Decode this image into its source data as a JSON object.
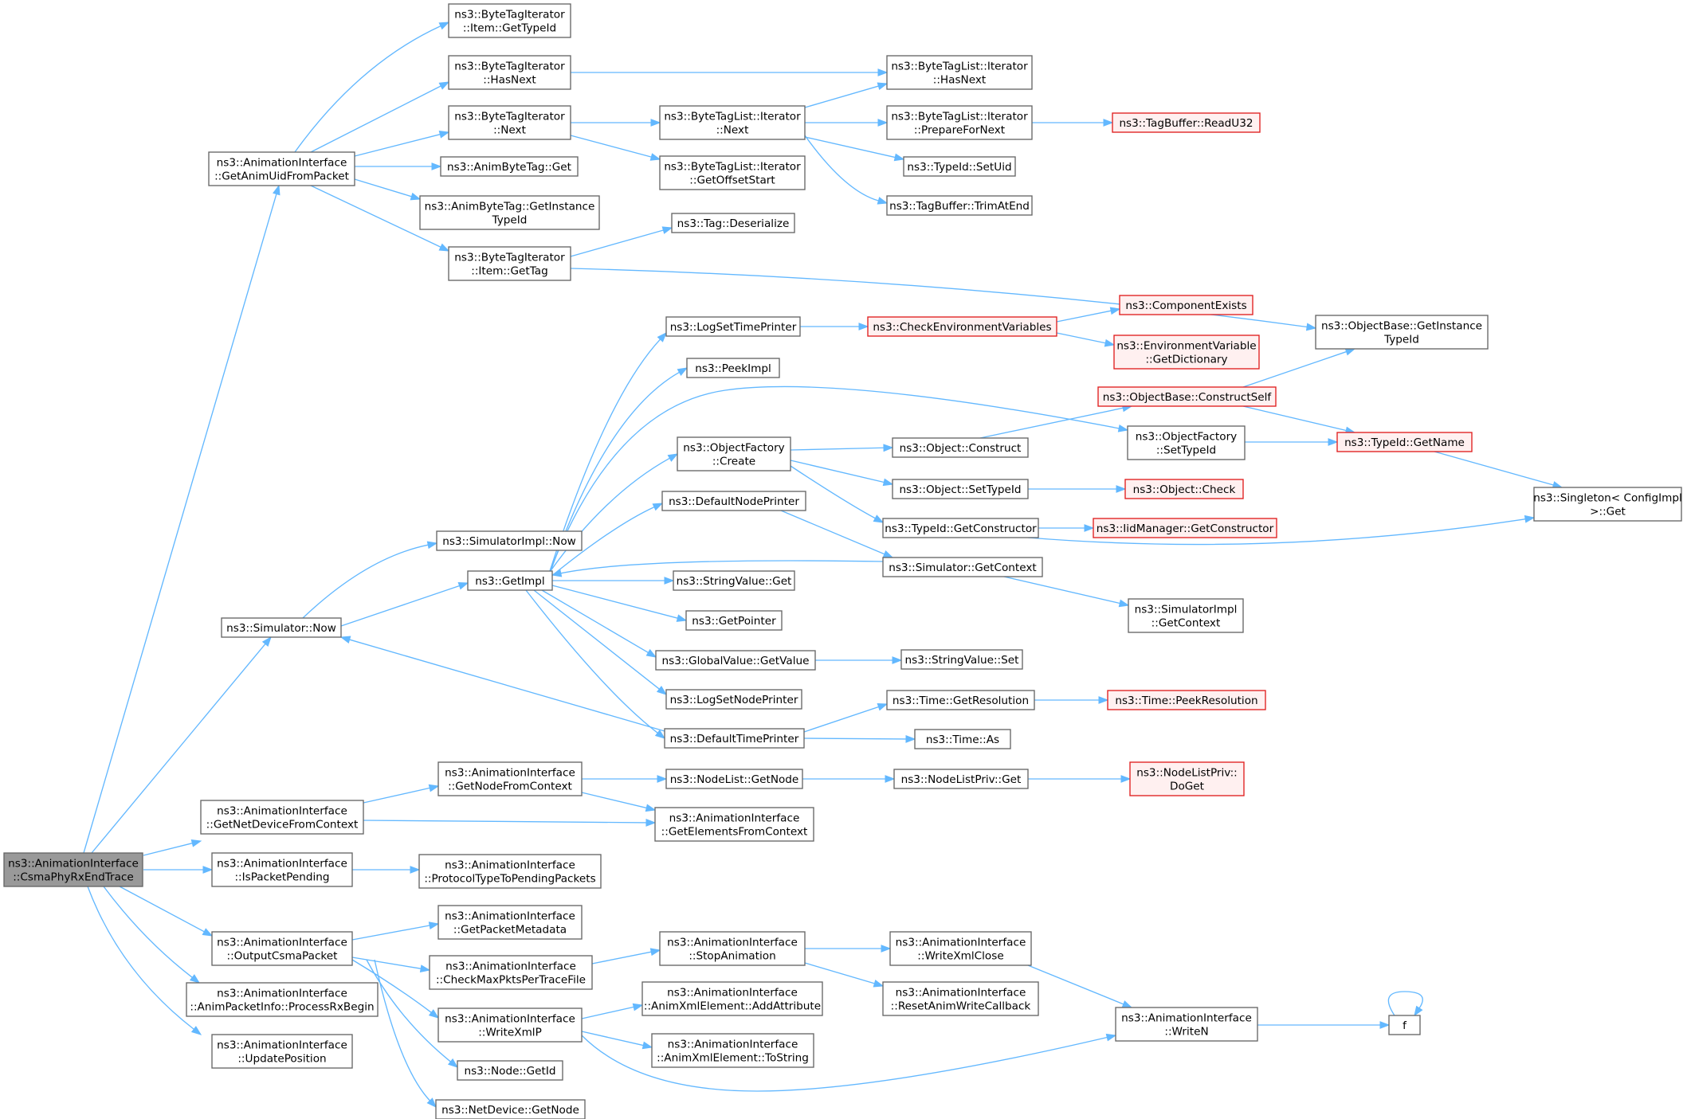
{
  "colors": {
    "edge": "#63b8ff",
    "node_border": "#666666",
    "node_fill": "#ffffff",
    "root_fill": "#999999",
    "highlight_border": "#e01f1f",
    "highlight_fill": "#fff0f0"
  },
  "nodes": [
    {
      "id": "root",
      "lines": [
        "ns3::AnimationInterface",
        "::CsmaPhyRxEndTrace"
      ],
      "style": "root"
    },
    {
      "id": "getAnimUid",
      "lines": [
        "ns3::AnimationInterface",
        "::GetAnimUidFromPacket"
      ],
      "style": "normal"
    },
    {
      "id": "simNow",
      "lines": [
        "ns3::Simulator::Now"
      ],
      "style": "normal"
    },
    {
      "id": "getNetDev",
      "lines": [
        "ns3::AnimationInterface",
        "::GetNetDeviceFromContext"
      ],
      "style": "normal"
    },
    {
      "id": "isPending",
      "lines": [
        "ns3::AnimationInterface",
        "::IsPacketPending"
      ],
      "style": "normal"
    },
    {
      "id": "outputCsma",
      "lines": [
        "ns3::AnimationInterface",
        "::OutputCsmaPacket"
      ],
      "style": "normal"
    },
    {
      "id": "processRx",
      "lines": [
        "ns3::AnimationInterface",
        "::AnimPacketInfo::ProcessRxBegin"
      ],
      "style": "normal"
    },
    {
      "id": "updatePos",
      "lines": [
        "ns3::AnimationInterface",
        "::UpdatePosition"
      ],
      "style": "normal"
    },
    {
      "id": "btiItemGetTypeId",
      "lines": [
        "ns3::ByteTagIterator",
        "::Item::GetTypeId"
      ],
      "style": "normal"
    },
    {
      "id": "btiHasNext",
      "lines": [
        "ns3::ByteTagIterator",
        "::HasNext"
      ],
      "style": "normal"
    },
    {
      "id": "btiNext",
      "lines": [
        "ns3::ByteTagIterator",
        "::Next"
      ],
      "style": "normal"
    },
    {
      "id": "animBtGet",
      "lines": [
        "ns3::AnimByteTag::Get"
      ],
      "style": "normal"
    },
    {
      "id": "animBtGetInst",
      "lines": [
        "ns3::AnimByteTag::GetInstance",
        "TypeId"
      ],
      "style": "normal"
    },
    {
      "id": "btiItemGetTag",
      "lines": [
        "ns3::ByteTagIterator",
        "::Item::GetTag"
      ],
      "style": "normal"
    },
    {
      "id": "btlNext",
      "lines": [
        "ns3::ByteTagList::Iterator",
        "::Next"
      ],
      "style": "normal"
    },
    {
      "id": "btlGetOffset",
      "lines": [
        "ns3::ByteTagList::Iterator",
        "::GetOffsetStart"
      ],
      "style": "normal"
    },
    {
      "id": "tagDeser",
      "lines": [
        "ns3::Tag::Deserialize"
      ],
      "style": "normal"
    },
    {
      "id": "btlHasNext",
      "lines": [
        "ns3::ByteTagList::Iterator",
        "::HasNext"
      ],
      "style": "normal"
    },
    {
      "id": "btlPrepare",
      "lines": [
        "ns3::ByteTagList::Iterator",
        "::PrepareForNext"
      ],
      "style": "normal"
    },
    {
      "id": "tidSetUid",
      "lines": [
        "ns3::TypeId::SetUid"
      ],
      "style": "normal"
    },
    {
      "id": "tbTrim",
      "lines": [
        "ns3::TagBuffer::TrimAtEnd"
      ],
      "style": "normal"
    },
    {
      "id": "tbRead",
      "lines": [
        "ns3::TagBuffer::ReadU32"
      ],
      "style": "red"
    },
    {
      "id": "obGetInst",
      "lines": [
        "ns3::ObjectBase::GetInstance",
        "TypeId"
      ],
      "style": "normal"
    },
    {
      "id": "simImplNow",
      "lines": [
        "ns3::SimulatorImpl::Now"
      ],
      "style": "normal"
    },
    {
      "id": "getImpl",
      "lines": [
        "ns3::GetImpl"
      ],
      "style": "normal"
    },
    {
      "id": "logSetTime",
      "lines": [
        "ns3::LogSetTimePrinter"
      ],
      "style": "normal"
    },
    {
      "id": "peekImpl",
      "lines": [
        "ns3::PeekImpl"
      ],
      "style": "normal"
    },
    {
      "id": "ofCreate",
      "lines": [
        "ns3::ObjectFactory",
        "::Create"
      ],
      "style": "normal"
    },
    {
      "id": "defNodePrinter",
      "lines": [
        "ns3::DefaultNodePrinter"
      ],
      "style": "normal"
    },
    {
      "id": "svGet",
      "lines": [
        "ns3::StringValue::Get"
      ],
      "style": "normal"
    },
    {
      "id": "getPointer",
      "lines": [
        "ns3::GetPointer"
      ],
      "style": "normal"
    },
    {
      "id": "gvGetValue",
      "lines": [
        "ns3::GlobalValue::GetValue"
      ],
      "style": "normal"
    },
    {
      "id": "logSetNode",
      "lines": [
        "ns3::LogSetNodePrinter"
      ],
      "style": "normal"
    },
    {
      "id": "defTimePrinter",
      "lines": [
        "ns3::DefaultTimePrinter"
      ],
      "style": "normal"
    },
    {
      "id": "checkEnv",
      "lines": [
        "ns3::CheckEnvironmentVariables"
      ],
      "style": "red"
    },
    {
      "id": "compExists",
      "lines": [
        "ns3::ComponentExists"
      ],
      "style": "red"
    },
    {
      "id": "envGetDict",
      "lines": [
        "ns3::EnvironmentVariable",
        "::GetDictionary"
      ],
      "style": "red"
    },
    {
      "id": "obConstructSelf",
      "lines": [
        "ns3::ObjectBase::ConstructSelf"
      ],
      "style": "red"
    },
    {
      "id": "ofSetTypeId",
      "lines": [
        "ns3::ObjectFactory",
        "::SetTypeId"
      ],
      "style": "normal"
    },
    {
      "id": "objConstruct",
      "lines": [
        "ns3::Object::Construct"
      ],
      "style": "normal"
    },
    {
      "id": "objSetTypeId",
      "lines": [
        "ns3::Object::SetTypeId"
      ],
      "style": "normal"
    },
    {
      "id": "tidGetCtor",
      "lines": [
        "ns3::TypeId::GetConstructor"
      ],
      "style": "normal"
    },
    {
      "id": "simGetContext",
      "lines": [
        "ns3::Simulator::GetContext"
      ],
      "style": "normal"
    },
    {
      "id": "simImplGetCtx",
      "lines": [
        "ns3::SimulatorImpl",
        "::GetContext"
      ],
      "style": "normal"
    },
    {
      "id": "svSet",
      "lines": [
        "ns3::StringValue::Set"
      ],
      "style": "normal"
    },
    {
      "id": "timeGetRes",
      "lines": [
        "ns3::Time::GetResolution"
      ],
      "style": "normal"
    },
    {
      "id": "timeAs",
      "lines": [
        "ns3::Time::As"
      ],
      "style": "normal"
    },
    {
      "id": "timePeekRes",
      "lines": [
        "ns3::Time::PeekResolution"
      ],
      "style": "red"
    },
    {
      "id": "tidGetName",
      "lines": [
        "ns3::TypeId::GetName"
      ],
      "style": "red"
    },
    {
      "id": "objCheck",
      "lines": [
        "ns3::Object::Check"
      ],
      "style": "red"
    },
    {
      "id": "iidGetCtor",
      "lines": [
        "ns3::IidManager::GetConstructor"
      ],
      "style": "red"
    },
    {
      "id": "singletonGet",
      "lines": [
        "ns3::Singleton< ConfigImpl",
        " >::Get"
      ],
      "style": "normal"
    },
    {
      "id": "getNodeFromCtx",
      "lines": [
        "ns3::AnimationInterface",
        "::GetNodeFromContext"
      ],
      "style": "normal"
    },
    {
      "id": "getElemFromCtx",
      "lines": [
        "ns3::AnimationInterface",
        "::GetElementsFromContext"
      ],
      "style": "normal"
    },
    {
      "id": "nodeListGetNode",
      "lines": [
        "ns3::NodeList::GetNode"
      ],
      "style": "normal"
    },
    {
      "id": "nodeListPrivGet",
      "lines": [
        "ns3::NodeListPriv::Get"
      ],
      "style": "normal"
    },
    {
      "id": "nodeListPrivDoGet",
      "lines": [
        "ns3::NodeListPriv::",
        "DoGet"
      ],
      "style": "red"
    },
    {
      "id": "protoToPending",
      "lines": [
        "ns3::AnimationInterface",
        "::ProtocolTypeToPendingPackets"
      ],
      "style": "normal"
    },
    {
      "id": "getPktMeta",
      "lines": [
        "ns3::AnimationInterface",
        "::GetPacketMetadata"
      ],
      "style": "normal"
    },
    {
      "id": "checkMaxPkts",
      "lines": [
        "ns3::AnimationInterface",
        "::CheckMaxPktsPerTraceFile"
      ],
      "style": "normal"
    },
    {
      "id": "writeXmlP",
      "lines": [
        "ns3::AnimationInterface",
        "::WriteXmlP"
      ],
      "style": "normal"
    },
    {
      "id": "nodeGetId",
      "lines": [
        "ns3::Node::GetId"
      ],
      "style": "normal"
    },
    {
      "id": "netDevGetNode",
      "lines": [
        "ns3::NetDevice::GetNode"
      ],
      "style": "normal"
    },
    {
      "id": "stopAnim",
      "lines": [
        "ns3::AnimationInterface",
        "::StopAnimation"
      ],
      "style": "normal"
    },
    {
      "id": "addAttr",
      "lines": [
        "ns3::AnimationInterface",
        "::AnimXmlElement::AddAttribute"
      ],
      "style": "normal"
    },
    {
      "id": "toStr",
      "lines": [
        "ns3::AnimationInterface",
        "::AnimXmlElement::ToString"
      ],
      "style": "normal"
    },
    {
      "id": "writeXmlClose",
      "lines": [
        "ns3::AnimationInterface",
        "::WriteXmlClose"
      ],
      "style": "normal"
    },
    {
      "id": "resetAnimWrite",
      "lines": [
        "ns3::AnimationInterface",
        "::ResetAnimWriteCallback"
      ],
      "style": "normal"
    },
    {
      "id": "writeN",
      "lines": [
        "ns3::AnimationInterface",
        "::WriteN"
      ],
      "style": "normal"
    },
    {
      "id": "f",
      "lines": [
        "f"
      ],
      "style": "normal"
    }
  ]
}
